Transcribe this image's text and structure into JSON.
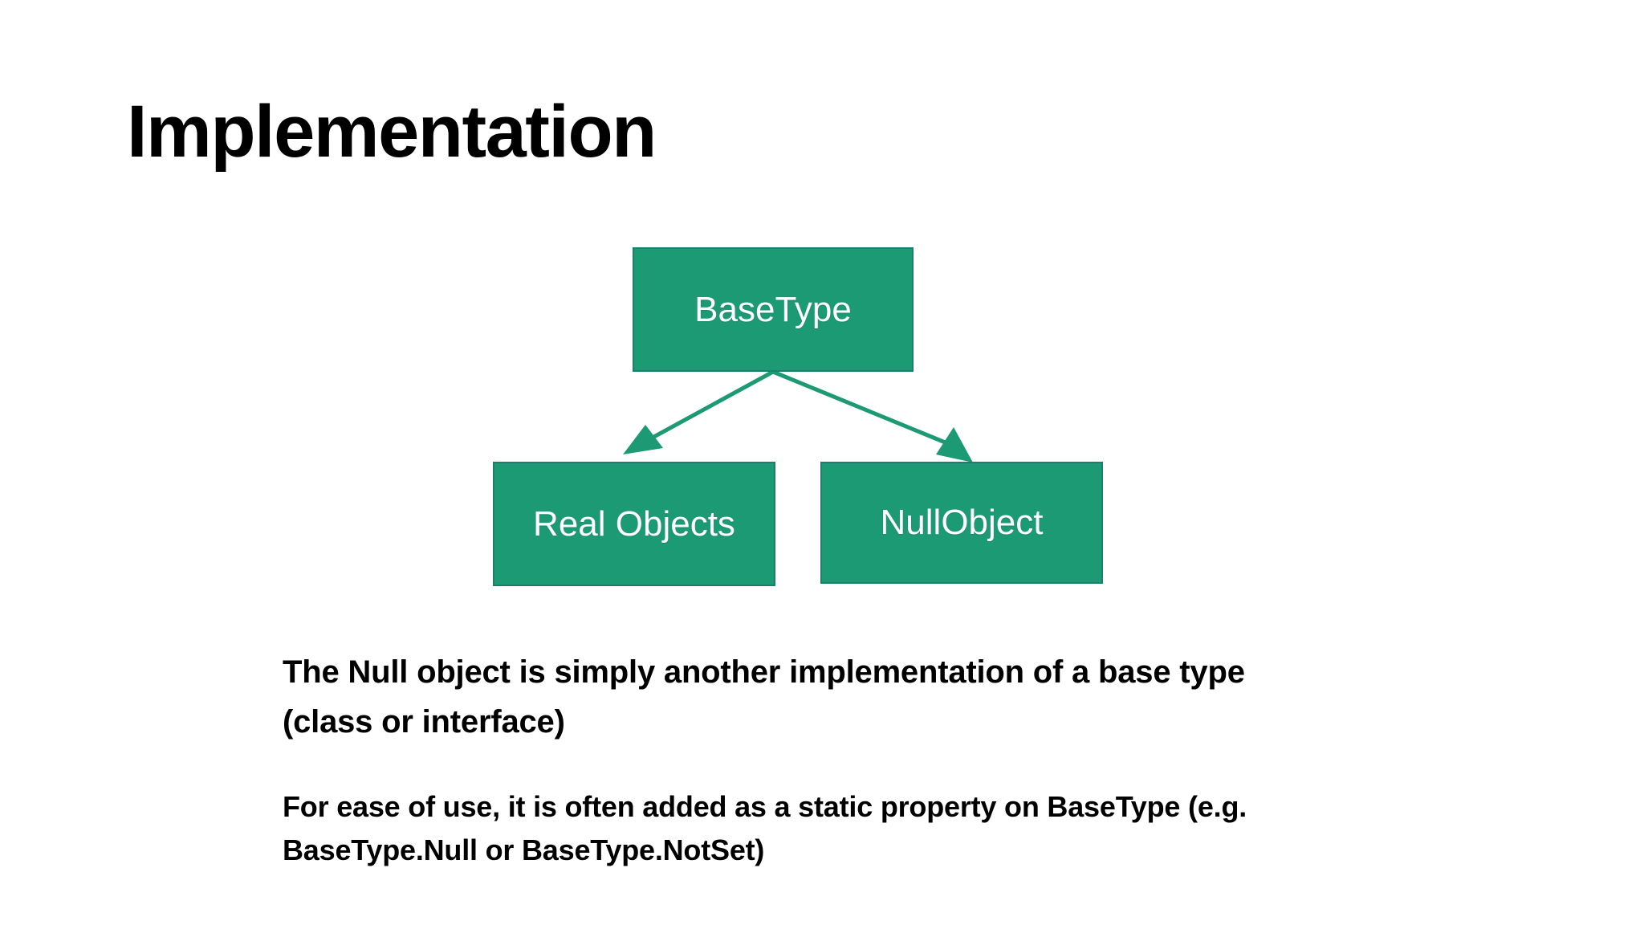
{
  "slide": {
    "title": "Implementation",
    "background_color": "#FFFFFF"
  },
  "diagram": {
    "accent_color": "#1C9A74",
    "border_color": "#18806B",
    "label_color": "#FFFFFF",
    "nodes": [
      {
        "id": "basetype",
        "label": "BaseType"
      },
      {
        "id": "realobjects",
        "label": "Real Objects"
      },
      {
        "id": "nullobject",
        "label": "NullObject"
      }
    ],
    "edges": [
      {
        "from": "basetype",
        "to": "realobjects",
        "arrow": "solid-triangle"
      },
      {
        "from": "basetype",
        "to": "nullobject",
        "arrow": "solid-triangle"
      }
    ]
  },
  "body": {
    "paragraph_1": "The Null object is simply another implementation of a base type (class or interface)",
    "paragraph_2": "For ease of use, it is often added as a static property on BaseType (e.g. BaseType.Null or BaseType.NotSet)"
  }
}
